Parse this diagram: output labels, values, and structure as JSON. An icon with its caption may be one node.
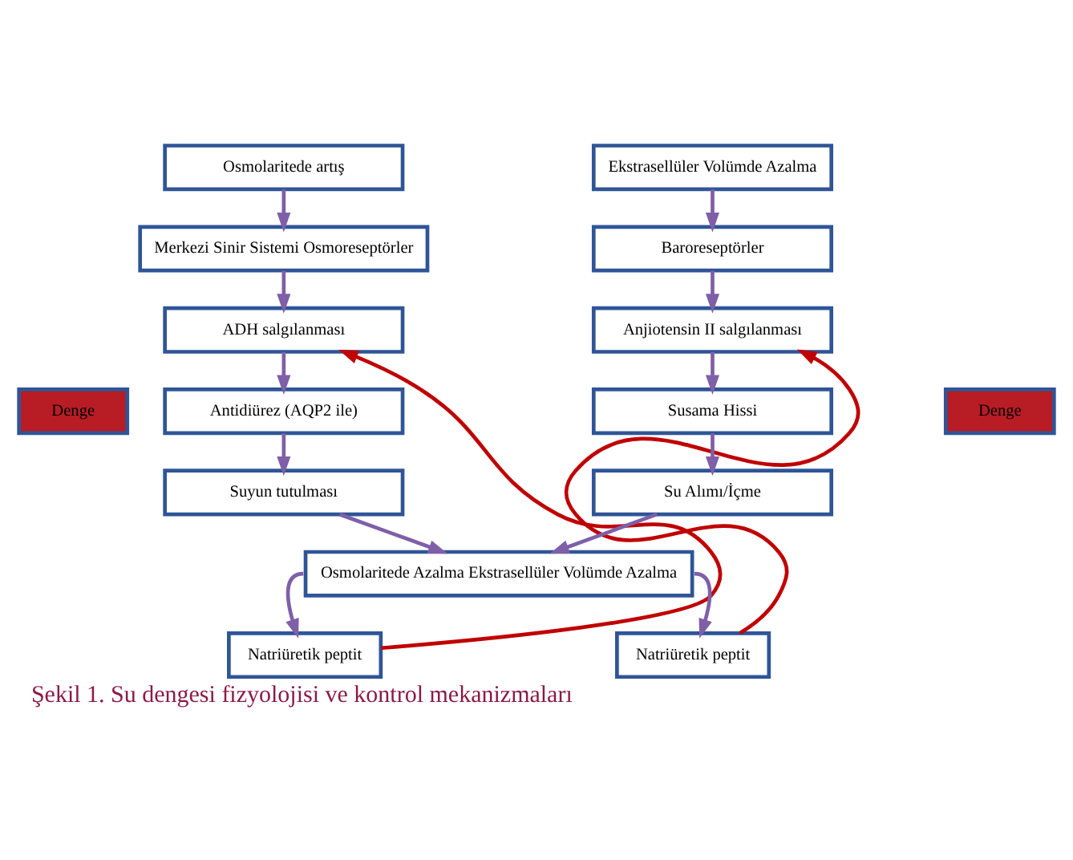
{
  "diagram": {
    "caption": "Şekil 1. Su dengesi fizyolojisi ve kontrol mekanizmaları",
    "nodes": [
      {
        "text": [
          "Osmolaritede artış"
        ]
      },
      {
        "text": [
          "Ekstrasellüler Volümde Azalma"
        ]
      },
      {
        "text": [
          "Merkezi Sinir Sistemi Osmoreseptörler"
        ]
      },
      {
        "text": [
          "Baroreseptörler"
        ]
      },
      {
        "text": [
          "ADH salgılanması"
        ]
      },
      {
        "text": [
          "Anjiotensin II salgılanması"
        ]
      },
      {
        "text": [
          "Antidiürez (AQP2 ile)"
        ]
      },
      {
        "text": [
          "Susama Hissi"
        ]
      },
      {
        "text": [
          "Denge"
        ]
      },
      {
        "text": [
          "Denge"
        ]
      },
      {
        "text": [
          "Suyun tutulması"
        ]
      },
      {
        "text": [
          "Su Alımı/İçme"
        ]
      },
      {
        "text": [
          "Natriüretik peptit"
        ]
      },
      {
        "text": [
          "Osmolaritede Azalma Ekstrasellüler Volümde Azalma"
        ]
      },
      {
        "text": [
          "Natriüretik peptit"
        ]
      }
    ],
    "edges": [
      {
        "from": 0,
        "to": 2,
        "arrow": "to"
      },
      {
        "from": 2,
        "to": 4,
        "arrow": "to"
      },
      {
        "from": 4,
        "to": 6,
        "arrow": "to"
      },
      {
        "from": 6,
        "to": 10,
        "arrow": "to"
      },
      {
        "from": 10,
        "to": 13,
        "arrow": "to"
      },
      {
        "from": 1,
        "to": 3,
        "arrow": "to"
      },
      {
        "from": 3,
        "to": 5,
        "arrow": "to"
      },
      {
        "from": 5,
        "to": 7,
        "arrow": "to"
      },
      {
        "from": 7,
        "to": 11,
        "arrow": "to"
      },
      {
        "from": 11,
        "to": 13,
        "arrow": "to"
      },
      {
        "from": 13,
        "to": 12,
        "arrow": "to"
      },
      {
        "from": 13,
        "to": 14,
        "arrow": "to"
      },
      {
        "from": 12,
        "to": 4,
        "arrow": "to",
        "color": "#c00000"
      },
      {
        "from": 14,
        "to": 5,
        "arrow": "to",
        "color": "#c00000"
      }
    ]
  }
}
